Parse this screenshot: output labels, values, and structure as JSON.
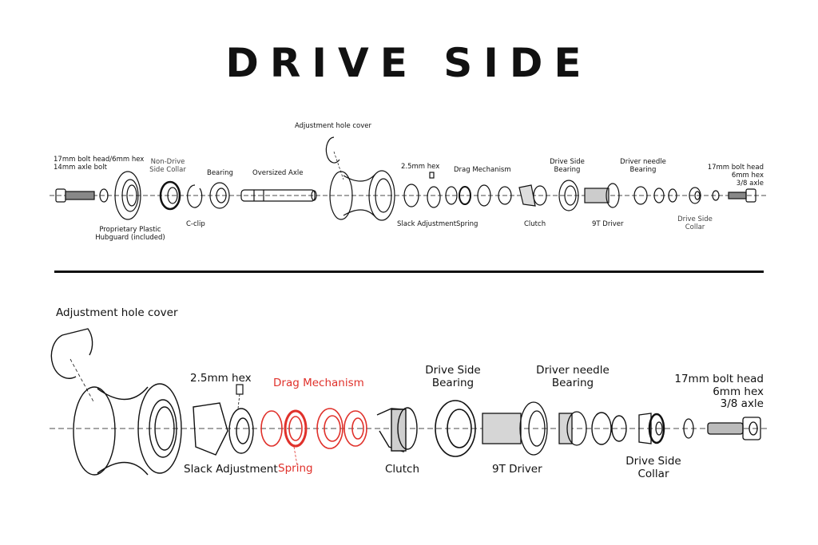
{
  "title": "DRIVE SIDE",
  "colors": {
    "ink": "#111111",
    "highlight": "#e0312b"
  },
  "overview": {
    "labels": {
      "axle_bolt": [
        "17mm bolt head/6mm hex",
        "14mm axle bolt"
      ],
      "hubguard": [
        "Proprietary Plastic",
        "Hubguard (included)"
      ],
      "nds_collar": [
        "Non-Drive",
        "Side Collar"
      ],
      "c_clip": "C-clip",
      "bearing": "Bearing",
      "axle": "Oversized Axle",
      "hole_cover": "Adjustment hole cover",
      "hex": "2.5mm hex",
      "slack": "Slack Adjustment",
      "drag": "Drag Mechanism",
      "spring": "Spring",
      "clutch": "Clutch",
      "ds_bearing": [
        "Drive Side",
        "Bearing"
      ],
      "driver": "9T Driver",
      "needle": [
        "Driver needle",
        "Bearing"
      ],
      "ds_collar": [
        "Drive Side",
        "Collar"
      ],
      "end_bolt": [
        "17mm bolt head",
        "6mm hex",
        "3/8 axle"
      ]
    }
  },
  "detail": {
    "labels": {
      "hole_cover": "Adjustment hole cover",
      "hex": "2.5mm hex",
      "drag": "Drag Mechanism",
      "ds_bearing": [
        "Drive Side",
        "Bearing"
      ],
      "needle": [
        "Driver needle",
        "Bearing"
      ],
      "end_bolt": [
        "17mm bolt head",
        "6mm hex",
        "3/8 axle"
      ],
      "slack": "Slack Adjustment",
      "spring": "Spring",
      "clutch": "Clutch",
      "driver": "9T Driver",
      "ds_collar": [
        "Drive Side",
        "Collar"
      ]
    }
  }
}
